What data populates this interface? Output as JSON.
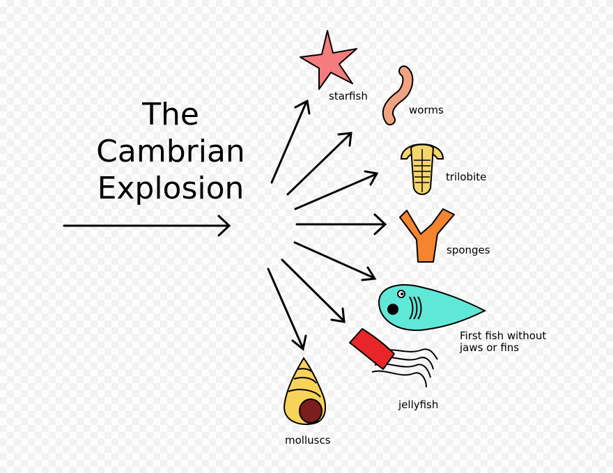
{
  "title_lines": [
    "The",
    "Cambrian",
    "Explosion"
  ],
  "organisms": {
    "starfish": "starfish",
    "worms": "worms",
    "trilobite": "trilobite",
    "sponges": "sponges",
    "fish_line1": "First fish without",
    "fish_line2": "jaws or fins",
    "jellyfish": "jellyfish",
    "molluscs": "molluscs"
  },
  "colors": {
    "starfish": "#f47c7c",
    "worm": "#f0a380",
    "trilobite": "#f5d66b",
    "sponge": "#f5842f",
    "fish": "#5fe8d8",
    "jellyfish": "#e8262a",
    "shell": "#f7d35a"
  }
}
